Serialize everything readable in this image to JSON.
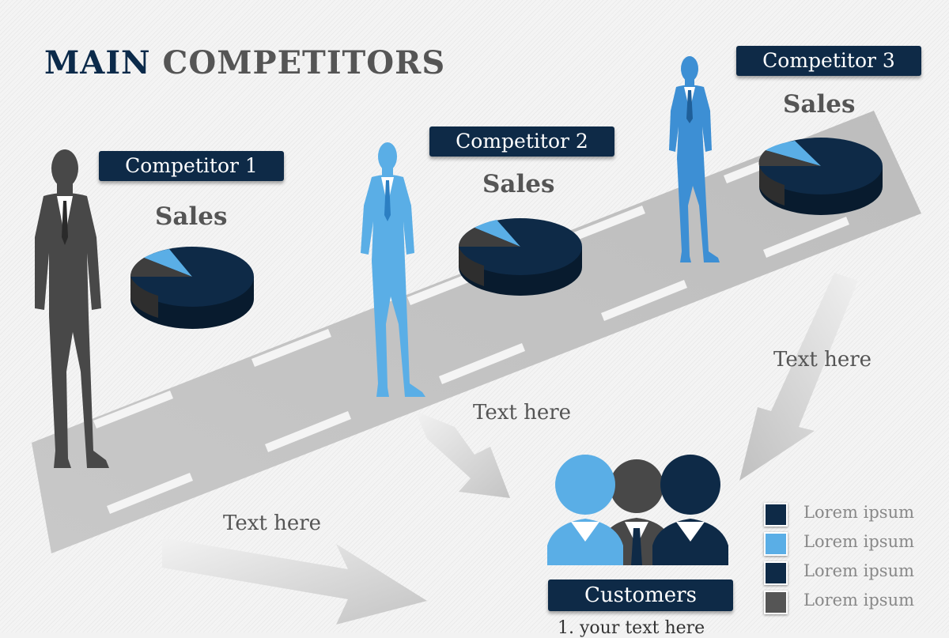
{
  "title": {
    "part1": "MAIN",
    "part2": "COMPETITORS"
  },
  "competitors": [
    {
      "label": "Competitor 1",
      "sales_label": "Sales"
    },
    {
      "label": "Competitor 2",
      "sales_label": "Sales"
    },
    {
      "label": "Competitor 3",
      "sales_label": "Sales"
    }
  ],
  "annotations": [
    "Text here",
    "Text here",
    "Text here"
  ],
  "customers": {
    "label": "Customers",
    "subtext": "1.  your text here"
  },
  "legend": [
    {
      "label": "Lorem ipsum",
      "color": "#0e2a47"
    },
    {
      "label": "Lorem ipsum",
      "color": "#5aaee6"
    },
    {
      "label": "Lorem ipsum",
      "color": "#0e2a47"
    },
    {
      "label": "Lorem ipsum",
      "color": "#555555"
    }
  ],
  "colors": {
    "navy": "#0e2a47",
    "light_blue": "#5aaee6",
    "gray": "#555555",
    "mid_blue": "#3d8fd4"
  }
}
